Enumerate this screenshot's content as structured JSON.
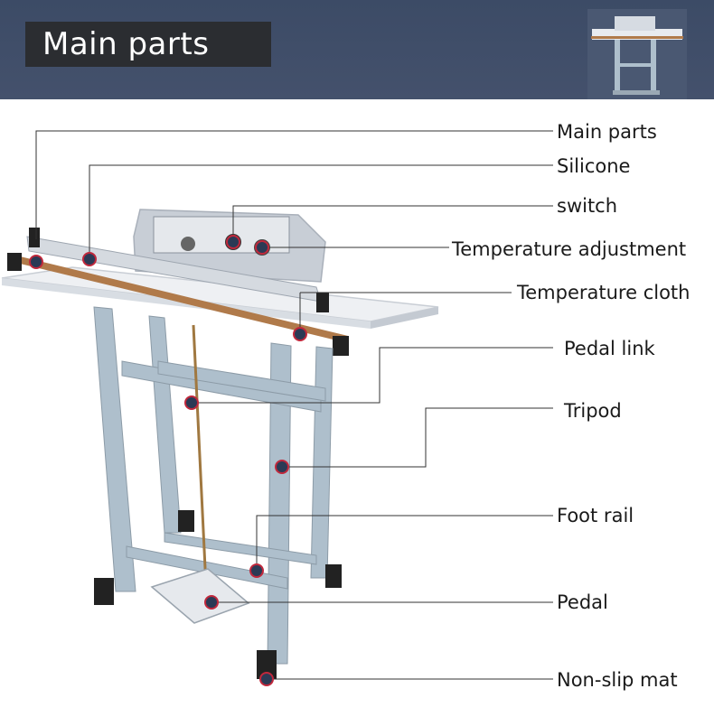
{
  "header": {
    "title": "Main parts"
  },
  "labels": {
    "main_parts": "Main parts",
    "silicone": "Silicone",
    "switch": "switch",
    "temperature_adjustment": "Temperature adjustment",
    "temperature_cloth": "Temperature cloth",
    "pedal_link": "Pedal link",
    "tripod": "Tripod",
    "foot_rail": "Foot rail",
    "pedal": "Pedal",
    "non_slip_mat": "Non-slip mat"
  },
  "colors": {
    "banner": "#3c4b66",
    "title_box": "#2b2d31",
    "machine_body": "#c8ced6",
    "stand": "#aebfcc",
    "heating_strip": "#b07a4a",
    "callout_marker": "#c0283c",
    "leader_line": "#333333"
  }
}
